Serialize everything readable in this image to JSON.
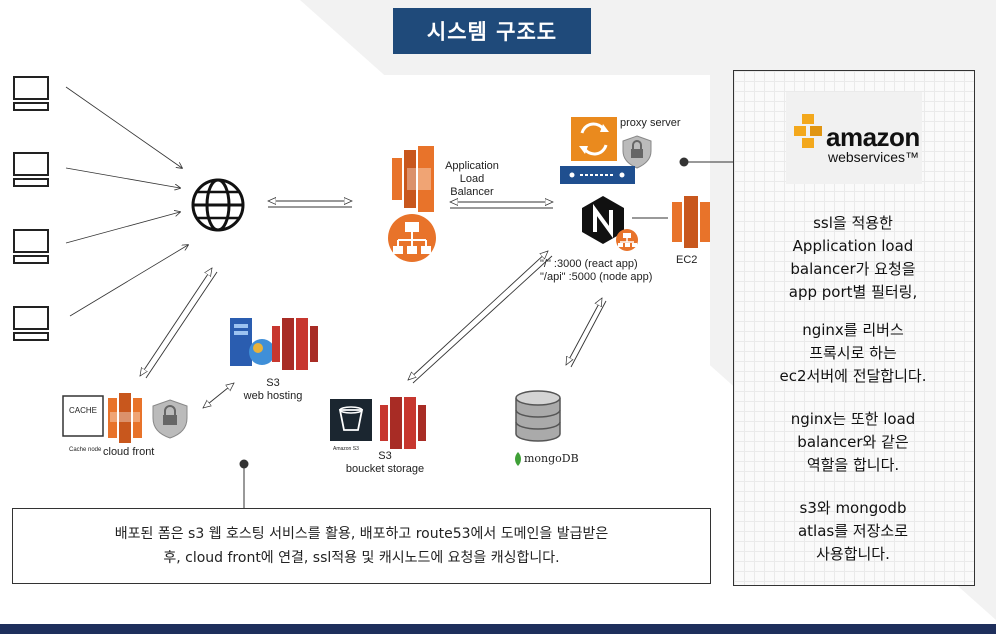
{
  "title": "시스템 구조도",
  "diagram": {
    "labels": {
      "alb": "Application\nLoad\nBalancer",
      "proxy": "proxy server",
      "ec2": "EC2",
      "routes": "\"/\" :3000 (react app)\n\"/api\" :5000 (node app)",
      "s3_web": "S3\nweb hosting",
      "cache": "CACHE",
      "cache_node": "Cache node",
      "cloudfront": "cloud front",
      "s3_storage": "S3\nboucket storage",
      "amazon_s3_small": "Amazon S3",
      "mongodb": "mongoDB"
    }
  },
  "bottom_note": {
    "line1": "배포된 폼은 s3 웹 호스팅 서비스를 활용, 배포하고 route53에서 도메인을 발급받은",
    "line2": "후, cloud front에 연결, ssl적용 및 캐시노드에 요청을 캐싱합니다."
  },
  "side_panel": {
    "logo_amazon": "amazon",
    "logo_ws": "webservices™",
    "para1": [
      "ssl을 적용한",
      "Application load",
      "balancer가 요청을",
      "app port별 필터링,"
    ],
    "para2": [
      "nginx를 리버스",
      "프록시로 하는",
      "ec2서버에 전달합니다."
    ],
    "para3": [
      "nginx는 또한 load",
      "balancer와 같은",
      "역할을 합니다."
    ],
    "para4": [
      "s3와 mongodb",
      "atlas를 저장소로",
      "사용합니다."
    ]
  },
  "colors": {
    "title_bg": "#1f4a7a",
    "aws_orange": "#e8732a",
    "aws_red": "#c7372f",
    "footer": "#1e2f5c"
  }
}
